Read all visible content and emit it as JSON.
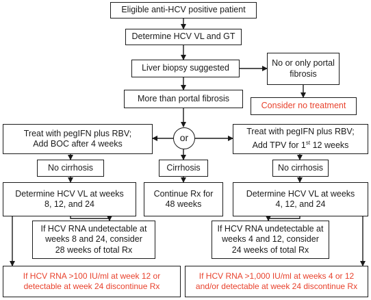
{
  "nodes": {
    "eligible": "Eligible anti-HCV positive patient",
    "determine_vl_gt": "Determine HCV VL and GT",
    "liver_biopsy": "Liver biopsy suggested",
    "no_portal_fibrosis": "No or only portal fibrosis",
    "more_than_portal": "More than portal fibrosis",
    "consider_no_treatment": "Consider no treatment",
    "or": "or",
    "treat_boc_line1": "Treat with pegIFN plus RBV;",
    "treat_boc_line2": "Add BOC after 4 weeks",
    "treat_tpv_line1": "Treat with pegIFN plus RBV;",
    "treat_tpv_line2_pre": "Add TPV for 1",
    "treat_tpv_line2_sup": "st",
    "treat_tpv_line2_post": " 12 weeks",
    "no_cirrhosis_left": "No cirrhosis",
    "cirrhosis": "Cirrhosis",
    "no_cirrhosis_right": "No cirrhosis",
    "vl_left_line1": "Determine HCV VL at weeks",
    "vl_left_line2": "8, 12, and 24",
    "continue_line1": "Continue Rx for",
    "continue_line2": "48 weeks",
    "vl_right_line1": "Determine HCV VL at weeks",
    "vl_right_line2": "4, 12, and 24",
    "undetect_left_line1": "If HCV RNA undetectable at",
    "undetect_left_line2": "weeks 8 and 24, consider",
    "undetect_left_line3": "28 weeks of total Rx",
    "undetect_right_line1": "If HCV RNA undetectable at",
    "undetect_right_line2": "weeks 4 and 12, consider",
    "undetect_right_line3": "24 weeks of total Rx",
    "stop_left_line1": "If HCV RNA >100 IU/ml at week 12 or",
    "stop_left_line2": "detectable at week 24 discontinue Rx",
    "stop_right_line1": "If HCV RNA >1,000 IU/ml at weeks 4 or 12",
    "stop_right_line2": "and/or detectable at week 24 discontinue Rx"
  },
  "colors": {
    "line": "#1a1a1a",
    "stop_text": "#e8412c"
  }
}
